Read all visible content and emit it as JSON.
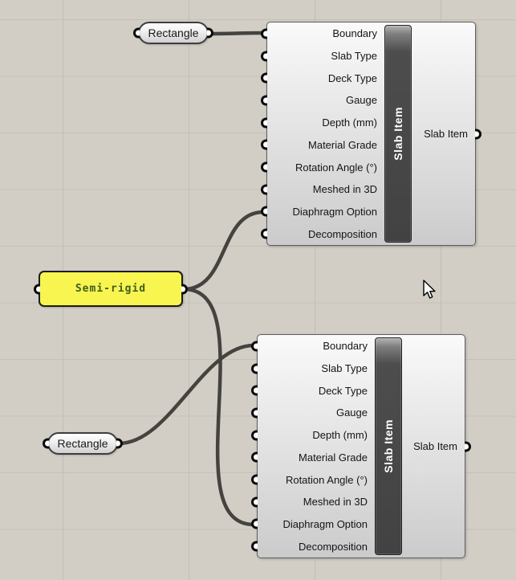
{
  "canvas": {
    "background_color": "#d2cec6",
    "grid_color": "#c2beb6",
    "wire_color": "#45433f"
  },
  "components": {
    "rectangle_top": {
      "label": "Rectangle"
    },
    "rectangle_bottom": {
      "label": "Rectangle"
    },
    "panel_semi_rigid": {
      "text": "Semi-rigid",
      "fill": "#f8f550",
      "text_color": "#3f5e1f"
    },
    "slab_item": {
      "title": "Slab Item",
      "inputs": [
        "Boundary",
        "Slab Type",
        "Deck Type",
        "Gauge",
        "Depth (mm)",
        "Material Grade",
        "Rotation Angle (°)",
        "Meshed in 3D",
        "Diaphragm Option",
        "Decomposition"
      ],
      "output": "Slab Item"
    }
  },
  "wires": [
    {
      "name": "rectangle-top-to-slab-top-boundary"
    },
    {
      "name": "panel-to-slab-top-diaphragm-option"
    },
    {
      "name": "panel-to-slab-bottom-diaphragm-option"
    },
    {
      "name": "rectangle-bottom-to-slab-bottom-boundary"
    }
  ]
}
